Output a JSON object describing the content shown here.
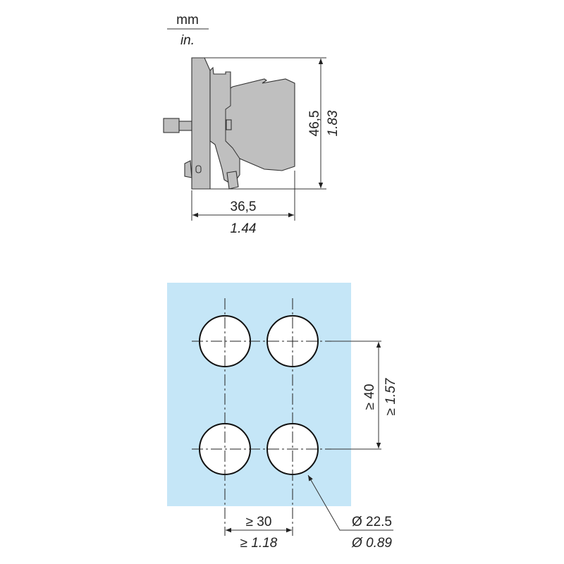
{
  "units": {
    "primary": "mm",
    "secondary": "in."
  },
  "side_view": {
    "height_mm": "46,5",
    "height_in": "1.83",
    "depth_mm": "36,5",
    "depth_in": "1.44"
  },
  "panel_cutout": {
    "panel_color": "#c5e6f7",
    "horizontal_spacing_mm": "≥ 30",
    "horizontal_spacing_in": "≥ 1.18",
    "vertical_spacing_mm": "≥ 40",
    "vertical_spacing_in": "≥ 1.57",
    "hole_diameter_mm": "Ø 22.5",
    "hole_diameter_in": "Ø 0.89"
  }
}
